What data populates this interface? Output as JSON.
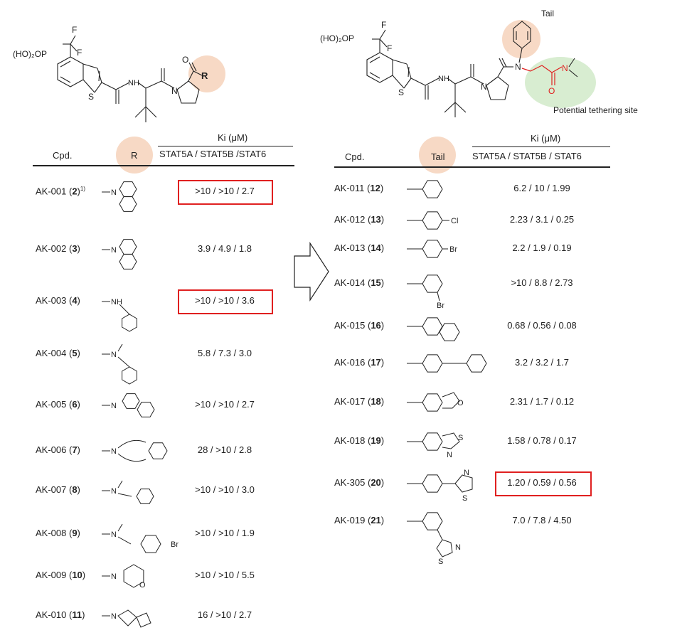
{
  "left_scaffold": {
    "phosphonate": "(HO)₂OP",
    "f1": "F",
    "f2": "F",
    "r_group": "R",
    "nh": "NH",
    "ring_s": "S",
    "ring_n": "N",
    "carbonyl_o": "O"
  },
  "right_scaffold": {
    "phosphonate": "(HO)₂OP",
    "f1": "F",
    "f2": "F",
    "tail_label": "Tail",
    "tether_label": "Potential tethering site",
    "nh": "NH",
    "ring_s": "S",
    "ring_n": "N",
    "amide_n": "N",
    "red_n": "N",
    "red_o": "O"
  },
  "left_table": {
    "col_cpd": "Cpd.",
    "col_r": "R",
    "ki_header": "Ki (μM)",
    "ki_sub": "STAT5A / STAT5B /STAT6",
    "rows": [
      {
        "name": "AK-001",
        "num": "2",
        "sup": "1)",
        "ki": ">10 / >10 / 2.7",
        "highlight": true,
        "r_text": "N"
      },
      {
        "name": "AK-002",
        "num": "3",
        "sup": "",
        "ki": "3.9 / 4.9 / 1.8",
        "highlight": false,
        "r_text": "N"
      },
      {
        "name": "AK-003",
        "num": "4",
        "sup": "",
        "ki": ">10 / >10 / 3.6",
        "highlight": true,
        "r_text": "NH"
      },
      {
        "name": "AK-004",
        "num": "5",
        "sup": "",
        "ki": "5.8 / 7.3 / 3.0",
        "highlight": false,
        "r_text": "N"
      },
      {
        "name": "AK-005",
        "num": "6",
        "sup": "",
        "ki": ">10 / >10 / 2.7",
        "highlight": false,
        "r_text": "N"
      },
      {
        "name": "AK-006",
        "num": "7",
        "sup": "",
        "ki": "28 / >10 / 2.8",
        "highlight": false,
        "r_text": "N"
      },
      {
        "name": "AK-007",
        "num": "8",
        "sup": "",
        "ki": ">10 / >10 / 3.0",
        "highlight": false,
        "r_text": "N"
      },
      {
        "name": "AK-008",
        "num": "9",
        "sup": "",
        "ki": ">10 / >10 / 1.9",
        "highlight": false,
        "r_text": "N",
        "extra": "Br"
      },
      {
        "name": "AK-009",
        "num": "10",
        "sup": "",
        "ki": ">10 / >10 / 5.5",
        "highlight": false,
        "r_text": "N",
        "extra": "O"
      },
      {
        "name": "AK-010",
        "num": "11",
        "sup": "",
        "ki": "16 / >10 / 2.7",
        "highlight": false,
        "r_text": "N"
      }
    ]
  },
  "right_table": {
    "col_cpd": "Cpd.",
    "col_tail": "Tail",
    "ki_header": "Ki (μM)",
    "ki_sub": "STAT5A / STAT5B / STAT6",
    "rows": [
      {
        "name": "AK-011",
        "num": "12",
        "ki": "6.2 / 10 / 1.99",
        "highlight": false,
        "extra": ""
      },
      {
        "name": "AK-012",
        "num": "13",
        "ki": "2.23 / 3.1 / 0.25",
        "highlight": false,
        "extra": "Cl"
      },
      {
        "name": "AK-013",
        "num": "14",
        "ki": "2.2 / 1.9 / 0.19",
        "highlight": false,
        "extra": "Br"
      },
      {
        "name": "AK-014",
        "num": "15",
        "ki": ">10 / 8.8 / 2.73",
        "highlight": false,
        "extra": "Br"
      },
      {
        "name": "AK-015",
        "num": "16",
        "ki": "0.68 / 0.56 / 0.08",
        "highlight": false,
        "extra": ""
      },
      {
        "name": "AK-016",
        "num": "17",
        "ki": "3.2 / 3.2 / 1.7",
        "highlight": false,
        "extra": ""
      },
      {
        "name": "AK-017",
        "num": "18",
        "ki": "2.31 / 1.7 / 0.12",
        "highlight": false,
        "extra": "O"
      },
      {
        "name": "AK-018",
        "num": "19",
        "ki": "1.58 / 0.78 / 0.17",
        "highlight": false,
        "extra": "S",
        "extra2": "N"
      },
      {
        "name": "AK-305",
        "num": "20",
        "ki": "1.20 / 0.59 / 0.56",
        "highlight": true,
        "extra": "N",
        "extra2": "S"
      },
      {
        "name": "AK-019",
        "num": "21",
        "ki": "7.0 / 7.8 / 4.50",
        "highlight": false,
        "extra": "N",
        "extra2": "S"
      }
    ]
  },
  "colors": {
    "highlight_box": "#e02020",
    "r_circle": "#f7d9c5",
    "tether_region": "#d8edd1",
    "tether_chain": "#e02020",
    "ink": "#222222"
  }
}
